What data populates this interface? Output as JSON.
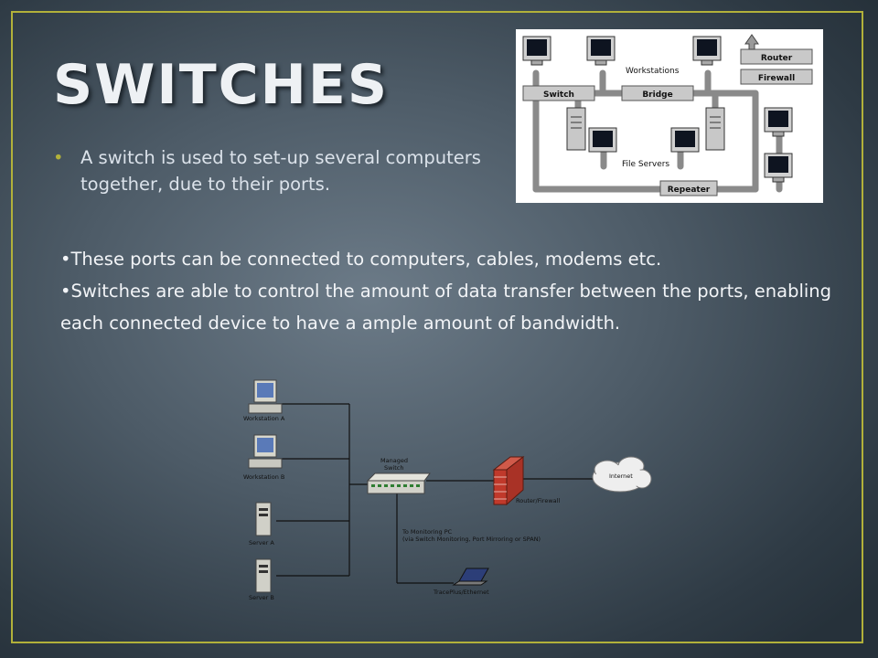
{
  "slide": {
    "title": "SWITCHES",
    "bullet_intro": "A switch is used to set-up several computers together, due to their ports.",
    "bullet_ports": "These ports can be connected to computers, cables, modems etc.",
    "bullet_control": "Switches are able to control the amount of data transfer between the ports, enabling each connected device to have a ample amount of bandwidth."
  },
  "diagram_top": {
    "labels": {
      "workstations": "Workstations",
      "switch": "Switch",
      "bridge": "Bridge",
      "router": "Router",
      "firewall": "Firewall",
      "file_servers": "File Servers",
      "repeater": "Repeater"
    }
  },
  "diagram_bottom": {
    "labels": {
      "workstation_a": "Workstation A",
      "workstation_b": "Workstation B",
      "server_a": "Server A",
      "server_b": "Server B",
      "managed_switch_line1": "Managed",
      "managed_switch_line2": "Switch",
      "router_firewall": "Router/Firewall",
      "internet": "Internet",
      "monitoring_line1": "To Monitoring PC",
      "monitoring_line2": "(via Switch Monitoring, Port Mirroring or SPAN)",
      "traceplus": "TracePlus/Ethernet"
    }
  },
  "colors": {
    "frame_border": "#b2b13a",
    "title_text": "#eef1f4",
    "body_text": "#f2f4f7"
  }
}
